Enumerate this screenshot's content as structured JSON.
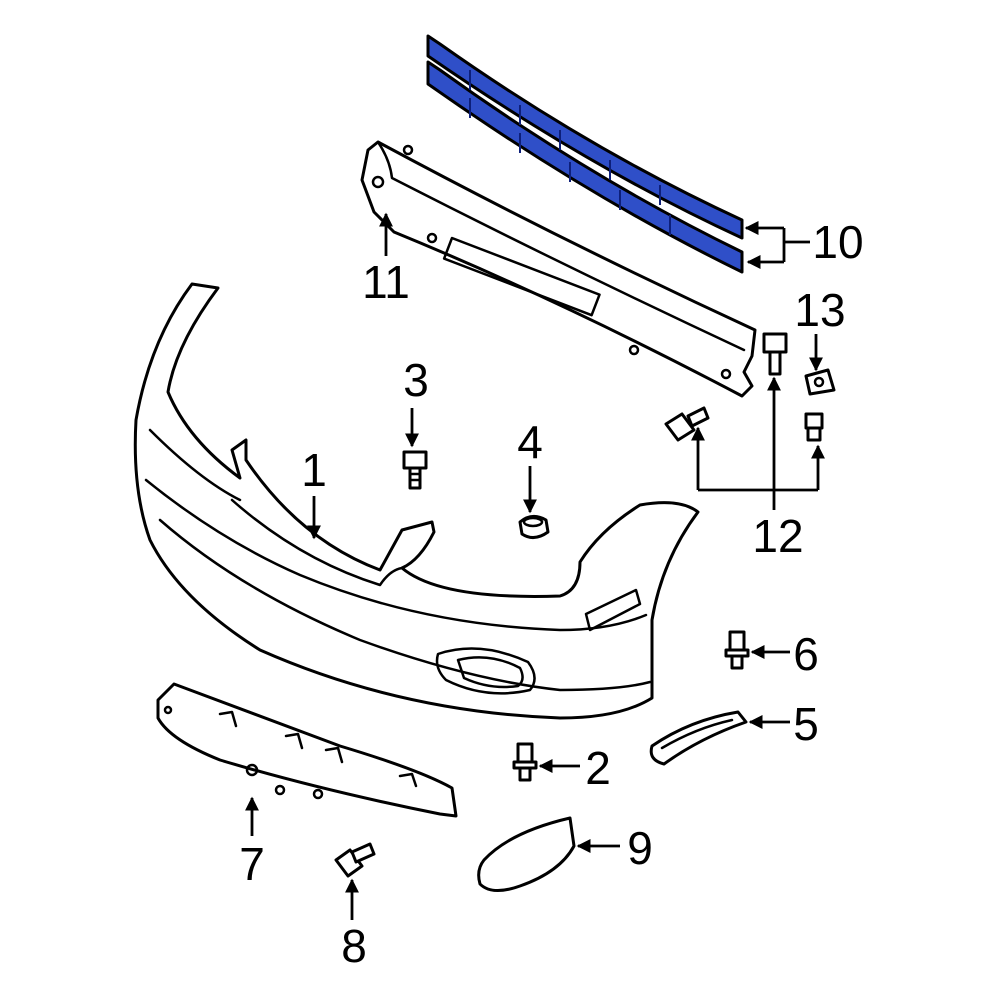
{
  "diagram": {
    "highlight_color": "#2f4fc8",
    "callouts": [
      {
        "id": "1",
        "label": "1"
      },
      {
        "id": "2",
        "label": "2"
      },
      {
        "id": "3",
        "label": "3"
      },
      {
        "id": "4",
        "label": "4"
      },
      {
        "id": "5",
        "label": "5"
      },
      {
        "id": "6",
        "label": "6"
      },
      {
        "id": "7",
        "label": "7"
      },
      {
        "id": "8",
        "label": "8"
      },
      {
        "id": "9",
        "label": "9"
      },
      {
        "id": "10",
        "label": "10"
      },
      {
        "id": "11",
        "label": "11"
      },
      {
        "id": "12",
        "label": "12"
      },
      {
        "id": "13",
        "label": "13"
      }
    ]
  }
}
